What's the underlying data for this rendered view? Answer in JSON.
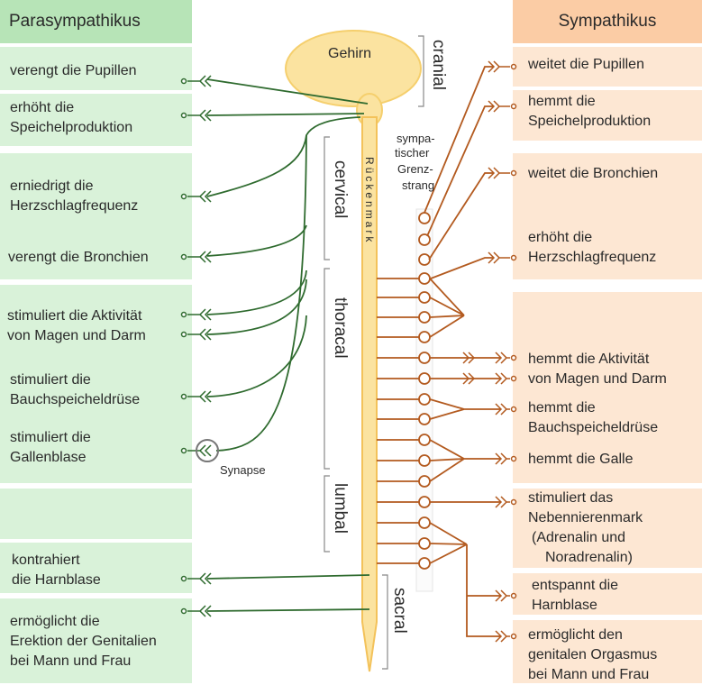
{
  "headers": {
    "parasympathikus": "Parasympathikus",
    "sympathikus": "Sympathikus"
  },
  "brain": {
    "label": "Gehirn"
  },
  "spinal_cord": {
    "label": "Rückenmark"
  },
  "regions": {
    "cranial": "cranial",
    "cervical": "cervical",
    "thoracal": "thoracal",
    "lumbal": "lumbal",
    "sacral": "sacral"
  },
  "trunk": {
    "line1": "sympa-",
    "line2": "tischer",
    "line3": "Grenz-",
    "line4": "strang"
  },
  "synapse": {
    "label": "Synapse"
  },
  "para": {
    "pupillen": "verengt die Pupillen",
    "speichel_1": "erhöht die",
    "speichel_2": "Speichelproduktion",
    "herz_1": "erniedrigt die",
    "herz_2": "Herzschlagfrequenz",
    "bronchien": "verengt die Bronchien",
    "magen_1": "stimuliert die Aktivität",
    "magen_2": "von Magen und Darm",
    "bauch_1": "stimuliert die",
    "bauch_2": "Bauchspeicheldrüse",
    "galle_1": "stimuliert die",
    "galle_2": "Gallenblase",
    "harn_1": "kontrahiert",
    "harn_2": "die Harnblase",
    "gen_1": "ermöglicht die",
    "gen_2": "Erektion der Genitalien",
    "gen_3": "bei Mann und Frau"
  },
  "sym": {
    "pupillen": "weitet die Pupillen",
    "speichel_1": "hemmt die",
    "speichel_2": "Speichelproduktion",
    "bronchien": "weitet die Bronchien",
    "herz_1": "erhöht die",
    "herz_2": "Herzschlagfrequenz",
    "magen_1": "hemmt die Aktivität",
    "magen_2": "von Magen und Darm",
    "bauch_1": "hemmt die",
    "bauch_2": "Bauchspeicheldrüse",
    "galle": "hemmt die Galle",
    "nebenniere_1": "stimuliert das",
    "nebenniere_2": "Nebennierenmark",
    "nebenniere_3": "(Adrenalin und",
    "nebenniere_4": "Noradrenalin)",
    "harn_1": "entspannt die",
    "harn_2": "Harnblase",
    "gen_1": "ermöglicht den",
    "gen_2": "genitalen Orgasmus",
    "gen_3": "bei Mann und Frau"
  },
  "colors": {
    "para_line": "#2f6b2f",
    "sym_line": "#b35a1f",
    "cord": "#f7c97a",
    "green_box": "#d9f2d9",
    "orange_box": "#fde7d3"
  }
}
